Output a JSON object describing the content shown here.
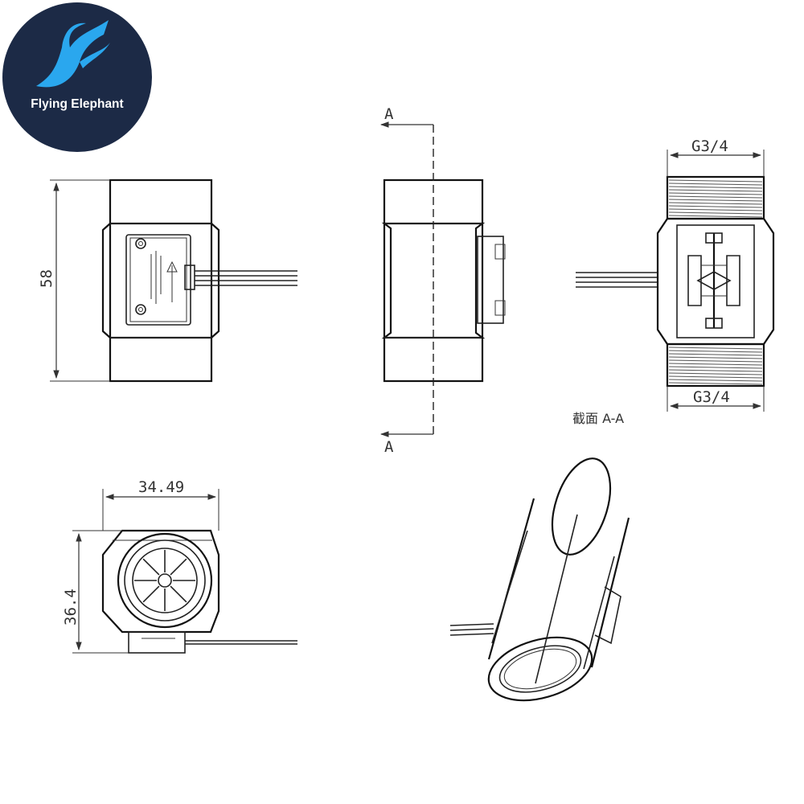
{
  "logo": {
    "brand_text": "Flying Elephant",
    "bg_color": "#1c2a46",
    "mark_color": "#2aa7ee",
    "icon": "wing-icon"
  },
  "dimensions": {
    "height": "58",
    "section_top": "A",
    "section_bottom": "A",
    "thread_top": "G3/4",
    "thread_bottom": "G3/4",
    "section_label": "截面 A-A",
    "end_width": "34.49",
    "end_height": "36.4"
  }
}
